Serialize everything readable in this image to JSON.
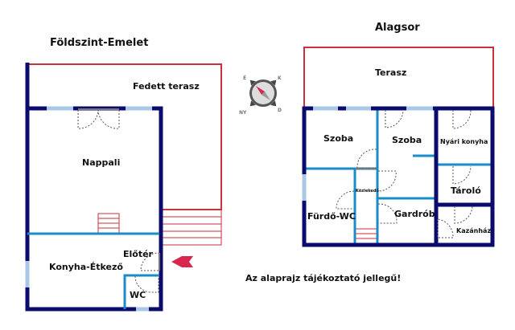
{
  "ground_floor": {
    "title": "Földszint-Emelet",
    "rooms": {
      "covered_terrace": "Fedett terasz",
      "living_room": "Nappali",
      "hall": "Előtér",
      "kitchen_dining": "Konyha-Étkező",
      "wc": "WC"
    }
  },
  "basement": {
    "title": "Alagsor",
    "rooms": {
      "terrace": "Terasz",
      "room1": "Szoba",
      "room2": "Szoba",
      "summer_kitchen": "Nyári konyha",
      "storage": "Tároló",
      "corridor": "Közlekedő",
      "bathroom_wc": "Fürdő-WC",
      "wardrobe": "Gardrób",
      "boiler_room": "Kazánház"
    }
  },
  "compass": {
    "n": "É",
    "e": "K",
    "s": "D",
    "w": "NY"
  },
  "disclaimer": "Az alaprajz tájékoztató jellegű!",
  "colors": {
    "wall": "#0b0b6e",
    "partition": "#1a8cc8",
    "terrace": "#c8323c",
    "window": "#a8c8e6"
  }
}
